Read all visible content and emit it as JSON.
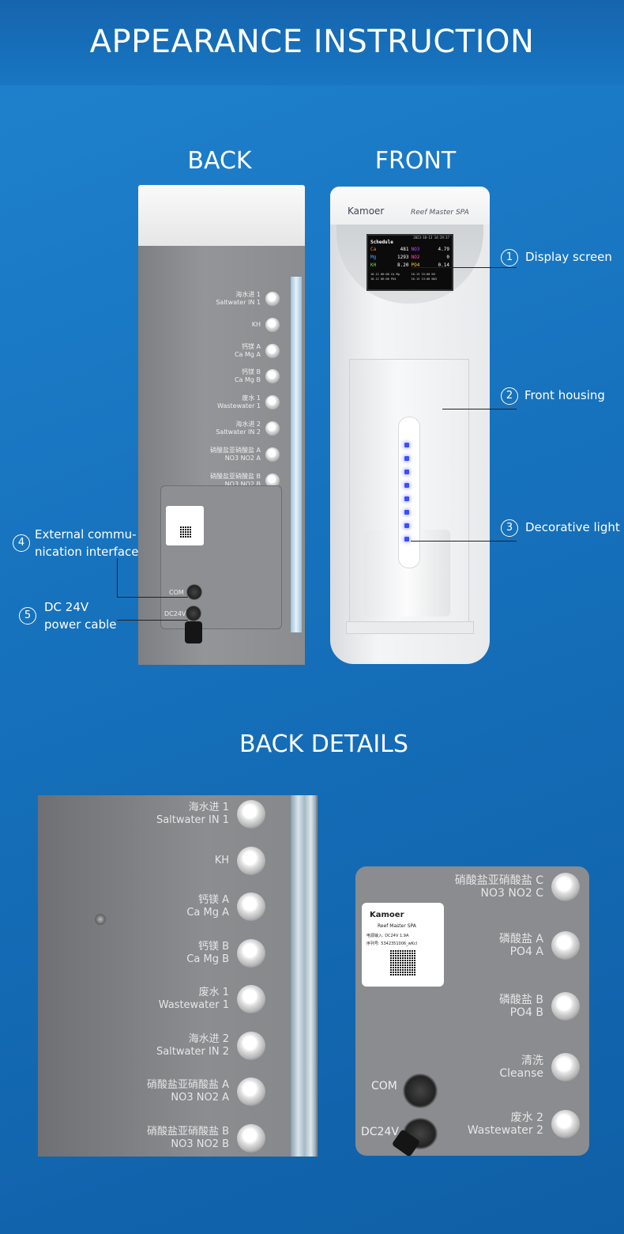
{
  "header": {
    "title": "APPEARANCE INSTRUCTION"
  },
  "sections": {
    "back": "BACK",
    "front": "FRONT",
    "back_details": "BACK DETAILS"
  },
  "back_ports": [
    {
      "cn": "海水进  1",
      "en": "Saltwater  IN  1"
    },
    {
      "cn": "",
      "en": "KH"
    },
    {
      "cn": "钙镁  A",
      "en": "Ca Mg  A"
    },
    {
      "cn": "钙镁  B",
      "en": "Ca Mg  B"
    },
    {
      "cn": "废水  1",
      "en": "Wastewater  1"
    },
    {
      "cn": "海水进  2",
      "en": "Saltwater  IN  2"
    },
    {
      "cn": "硝酸盐亚硝酸盐  A",
      "en": "NO3  NO2  A"
    },
    {
      "cn": "硝酸盐亚硝酸盐  B",
      "en": "NO3  NO2  B"
    },
    {
      "cn": "硝酸盐亚硝酸盐  C",
      "en": "NO3  NO2  C"
    },
    {
      "cn": "磷酸盐  A",
      "en": "PO4  A"
    },
    {
      "cn": "磷酸盐  B",
      "en": "PO4  B"
    },
    {
      "cn": "清洗",
      "en": "Cleanse"
    },
    {
      "cn": "废水  2",
      "en": "Wastewater  2"
    }
  ],
  "back_small": {
    "com": "COM",
    "dc": "DC24V"
  },
  "front_device": {
    "brand": "Kamoer",
    "model": "Reef Master SPA",
    "screen": {
      "datetime": "2023-10-13 14:29:37",
      "title": "Schedule",
      "readings": [
        {
          "name": "Ca",
          "value": "481",
          "color": "#ff8a2a"
        },
        {
          "name": "NO3",
          "value": "4.79",
          "color": "#c04cff"
        },
        {
          "name": "Mg",
          "value": "1293",
          "color": "#4aa3ff"
        },
        {
          "name": "NO2",
          "value": "0",
          "color": "#ff4aa0"
        },
        {
          "name": "KH",
          "value": "8.20",
          "color": "#6ee34a"
        },
        {
          "name": "PO4",
          "value": "0.14",
          "color": "#ffd02a"
        }
      ],
      "schedule": [
        "10-12 06:00 Ca Mg",
        "10-13 15:00 KH",
        "10-12 06:00 PO4",
        "10-13 13:00 NO3"
      ]
    }
  },
  "callouts": [
    {
      "num": "1",
      "text": "Display screen"
    },
    {
      "num": "2",
      "text": "Front housing"
    },
    {
      "num": "3",
      "text": "Decorative light"
    },
    {
      "num": "4",
      "text": "External commu-\nnication interface"
    },
    {
      "num": "5",
      "text": "DC 24V\npower cable"
    }
  ],
  "detail_left": [
    {
      "cn": "海水进  1",
      "en": "Saltwater  IN  1"
    },
    {
      "cn": "",
      "en": "KH"
    },
    {
      "cn": "钙镁  A",
      "en": "Ca  Mg  A"
    },
    {
      "cn": "钙镁  B",
      "en": "Ca  Mg  B"
    },
    {
      "cn": "废水  1",
      "en": "Wastewater  1"
    },
    {
      "cn": "海水进  2",
      "en": "Saltwater  IN  2"
    },
    {
      "cn": "硝酸盐亚硝酸盐  A",
      "en": "NO3  NO2  A"
    },
    {
      "cn": "硝酸盐亚硝酸盐  B",
      "en": "NO3  NO2  B"
    }
  ],
  "detail_right": [
    {
      "cn": "硝酸盐亚硝酸盐  C",
      "en": "NO3  NO2  C"
    },
    {
      "cn": "磷酸盐  A",
      "en": "PO4  A"
    },
    {
      "cn": "磷酸盐  B",
      "en": "PO4  B"
    },
    {
      "cn": "清洗",
      "en": "Cleanse"
    },
    {
      "cn": "废水  2",
      "en": "Wastewater  2"
    }
  ],
  "detail_right_small": {
    "com": "COM",
    "dc": "DC24V"
  },
  "device_label": {
    "brand": "Kamoer",
    "model": "Reef Master SPA",
    "power": "电源输入: DC24V 1.9A",
    "serial": "序列号: 5342351006_wKcl"
  }
}
